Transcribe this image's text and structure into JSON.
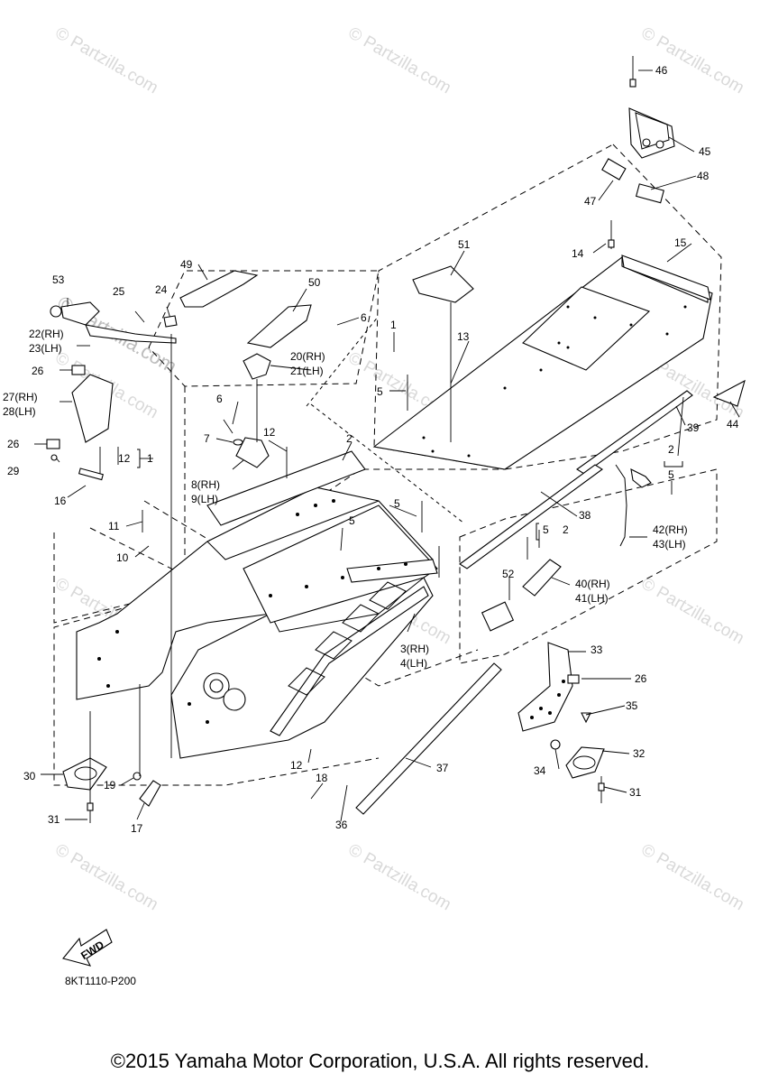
{
  "watermark": {
    "symbol": "©",
    "text": "Partzilla.com",
    "main_text": "Partzilla.com"
  },
  "fwd_label": "FWD",
  "diagram_code": "8KT1110-P200",
  "copyright": "©2015 Yamaha Motor Corporation, U.S.A. All rights reserved.",
  "callouts": {
    "c1a": "1",
    "c1b": "1",
    "c2a": "2",
    "c2b": "2",
    "c2c": "2",
    "c3": "3(RH)",
    "c4": "4(LH)",
    "c5a": "5",
    "c5b": "5",
    "c5c": "5",
    "c5d": "5",
    "c5e": "5",
    "c6a": "6",
    "c6b": "6",
    "c7": "7",
    "c8": "8(RH)",
    "c9": "9(LH)",
    "c10": "10",
    "c11": "11",
    "c12a": "12",
    "c12b": "12",
    "c12c": "12",
    "c13": "13",
    "c14": "14",
    "c15": "15",
    "c16": "16",
    "c17": "17",
    "c18": "18",
    "c19": "19",
    "c20": "20(RH)",
    "c21": "21(LH)",
    "c22": "22(RH)",
    "c23": "23(LH)",
    "c24": "24",
    "c25": "25",
    "c26a": "26",
    "c26b": "26",
    "c26c": "26",
    "c27": "27(RH)",
    "c28": "28(LH)",
    "c29": "29",
    "c30": "30",
    "c31a": "31",
    "c31b": "31",
    "c32": "32",
    "c33": "33",
    "c34": "34",
    "c35": "35",
    "c36": "36",
    "c37": "37",
    "c38": "38",
    "c39": "39",
    "c40": "40(RH)",
    "c41": "41(LH)",
    "c42": "42(RH)",
    "c43": "43(LH)",
    "c44": "44",
    "c45": "45",
    "c46": "46",
    "c47": "47",
    "c48": "48",
    "c49": "49",
    "c50": "50",
    "c51": "51",
    "c52": "52",
    "c53": "53"
  }
}
